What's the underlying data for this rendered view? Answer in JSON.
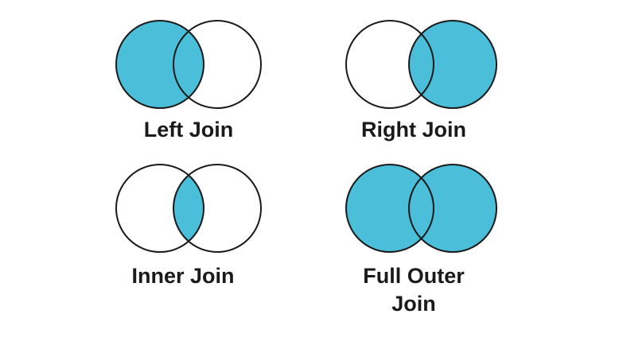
{
  "diagram": {
    "colors": {
      "fill": "#4bbfd9",
      "stroke": "#1a1a1a",
      "background": "#ffffff",
      "text": "#1a1a1a"
    },
    "joins": [
      {
        "id": "left",
        "label": "Left Join",
        "fill_left": true,
        "fill_intersection": true,
        "fill_right": false
      },
      {
        "id": "right",
        "label": "Right Join",
        "fill_left": false,
        "fill_intersection": true,
        "fill_right": true
      },
      {
        "id": "inner",
        "label": "Inner Join",
        "fill_left": false,
        "fill_intersection": true,
        "fill_right": false
      },
      {
        "id": "full",
        "label": "Full Outer\nJoin",
        "fill_left": true,
        "fill_intersection": true,
        "fill_right": true
      }
    ]
  }
}
